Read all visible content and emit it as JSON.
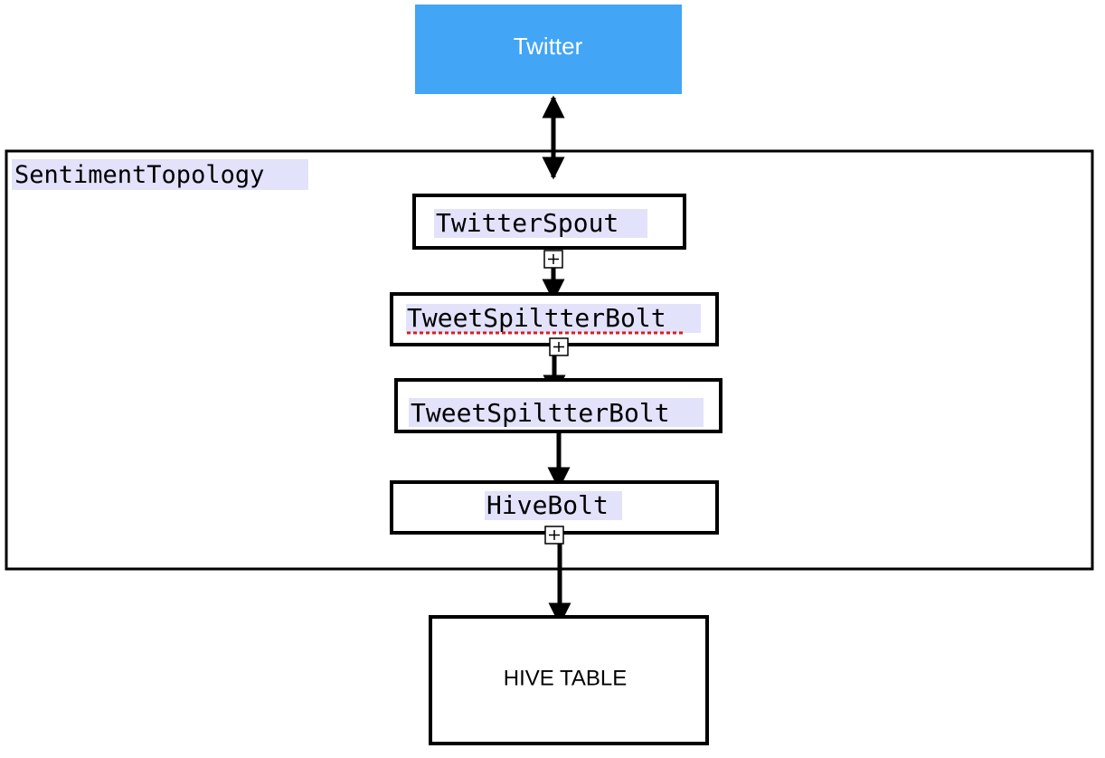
{
  "source": {
    "label": "Twitter",
    "fill_color": "#42a5f5",
    "text_color": "#ffffff"
  },
  "topology": {
    "title": "SentimentTopology",
    "highlight_color": "#e2e2fb",
    "components": [
      {
        "label": "TwitterSpout"
      },
      {
        "label": "TweetSpiltterBolt",
        "spellcheck_underline": true,
        "underline_color": "#d62020"
      },
      {
        "label": "TweetSpiltterBolt"
      },
      {
        "label": "HiveBolt"
      }
    ],
    "expander_glyph": "plus-box-icon"
  },
  "sink": {
    "label": "HIVE TABLE"
  },
  "edges": [
    {
      "from": "Twitter",
      "to": "TwitterSpout",
      "direction": "both"
    },
    {
      "from": "TwitterSpout",
      "to": "TweetSpiltterBolt",
      "direction": "forward"
    },
    {
      "from": "TweetSpiltterBolt",
      "to": "TweetSpiltterBolt",
      "direction": "forward"
    },
    {
      "from": "TweetSpiltterBolt",
      "to": "HiveBolt",
      "direction": "forward"
    },
    {
      "from": "HiveBolt",
      "to": "HIVE TABLE",
      "direction": "forward"
    }
  ]
}
